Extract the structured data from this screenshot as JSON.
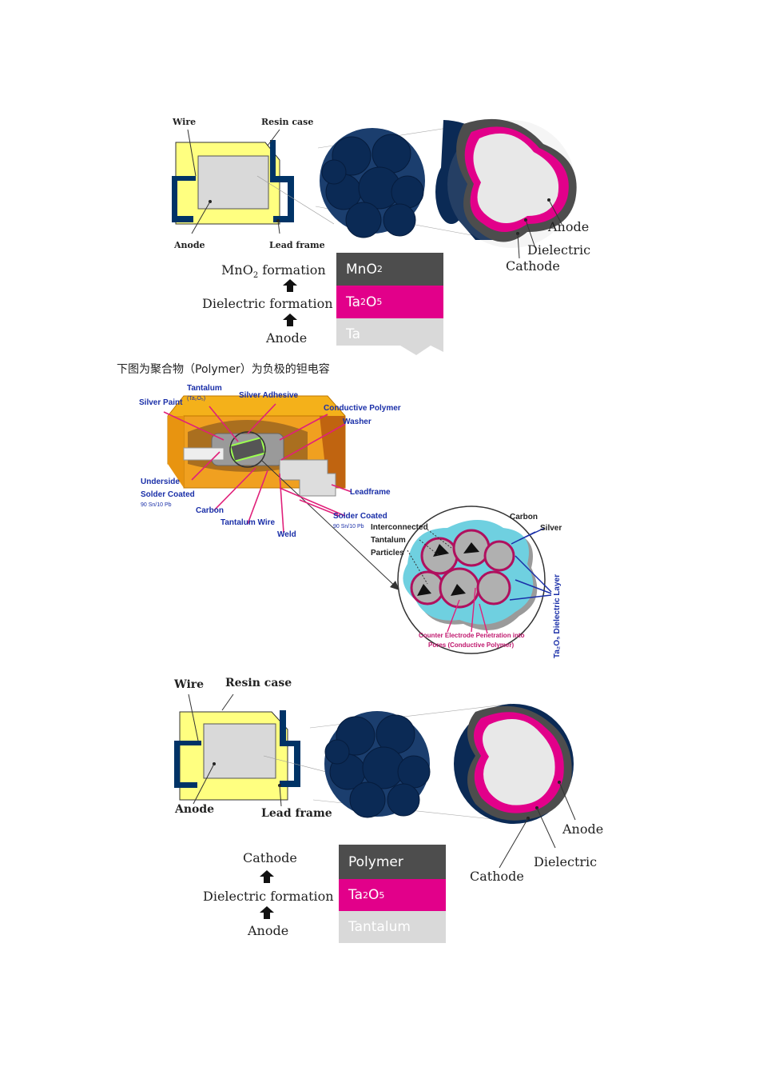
{
  "figure1": {
    "labels": {
      "wire": "Wire",
      "resin_case": "Resin case",
      "anode": "Anode",
      "lead_frame": "Lead frame",
      "zoom_anode": "Anode",
      "zoom_dielectric": "Dielectric",
      "zoom_cathode": "Cathode"
    },
    "process": {
      "step1_pre": "MnO",
      "step1_sub": "2",
      "step1_post": " formation",
      "step2": "Dielectric formation",
      "step3": "Anode"
    },
    "layers": {
      "top_pre": "MnO",
      "top_sub": "2",
      "mid_pre": "Ta",
      "mid_sub1": "2",
      "mid_mid": "O",
      "mid_sub2": "5",
      "bottom": "Ta"
    }
  },
  "caption": "下图为聚合物（Polymer）为负极的钽电容",
  "figure2": {
    "labels": {
      "tantalum": "Tantalum",
      "ta_o5": "(Ta₂O₅)",
      "silver_paint": "Silver Paint",
      "silver_adhesive": "Silver Adhesive",
      "conductive_polymer": "Conductive Polymer",
      "washer": "Washer",
      "underside": "Underside",
      "solder_coated": "Solder Coated",
      "sn_pb_1": "90 Sn/10 Pb",
      "carbon": "Carbon",
      "tantalum_wire": "Tantalum Wire",
      "weld": "Weld",
      "leadframe": "Leadframe",
      "solder_coated_2": "Solder Coated",
      "sn_pb_2": "90 Sn/10 Pb",
      "interconnected": "Interconnected",
      "tantalum_2": "Tantalum",
      "particles": "Particles",
      "carbon_2": "Carbon",
      "silver": "Silver",
      "dielectric_layer": "Ta₂O₅ Dielectric Layer",
      "counter_electrode_1": "Counter Electrode Penetration into",
      "counter_electrode_2": "Pores (Conductive Polymer)"
    }
  },
  "figure3": {
    "labels": {
      "wire": "Wire",
      "resin_case": "Resin case",
      "anode": "Anode",
      "lead_frame": "Lead frame",
      "zoom_anode": "Anode",
      "zoom_dielectric": "Dielectric",
      "zoom_cathode": "Cathode"
    },
    "process": {
      "step1": "Cathode",
      "step2": "Dielectric formation",
      "step3": "Anode"
    },
    "layers": {
      "top": "Polymer",
      "mid_pre": "Ta",
      "mid_sub1": "2",
      "mid_mid": "O",
      "mid_sub2": "5",
      "bottom": "Tantalum"
    }
  },
  "colors": {
    "yellow": "#ffff80",
    "navy": "#003366",
    "magenta": "#e2008a",
    "dark_gray": "#4d4d4d",
    "light_gray": "#d9d9d9",
    "orange": "#f0a020"
  }
}
